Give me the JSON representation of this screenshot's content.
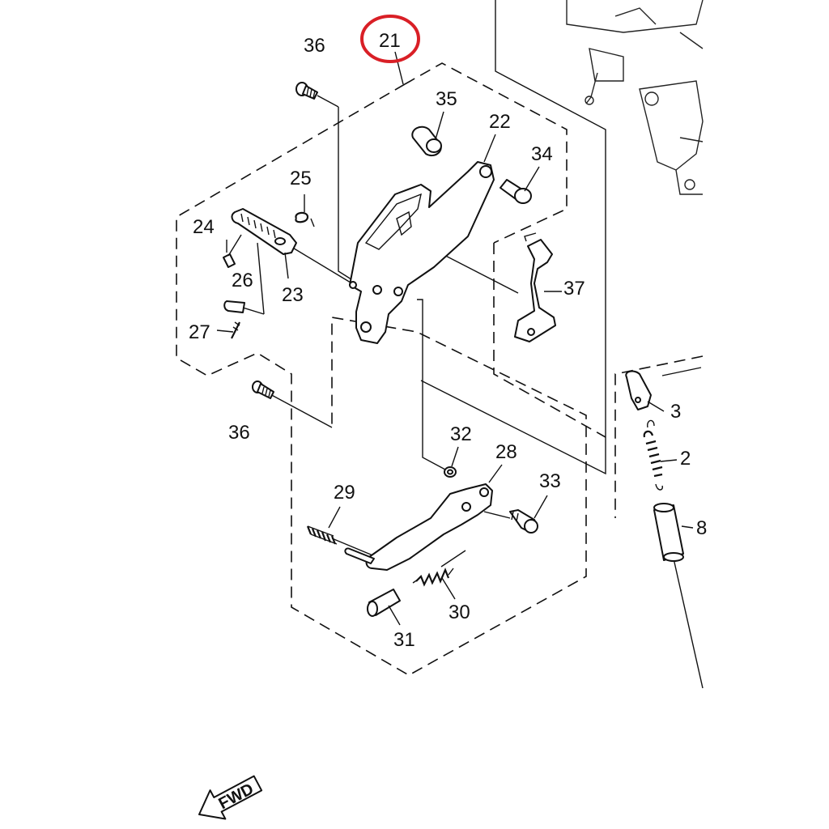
{
  "diagram": {
    "highlight_color": "#d91f26",
    "highlighted_callout": "21",
    "callouts": {
      "c21": "21",
      "c36_top": "36",
      "c35": "35",
      "c22": "22",
      "c34": "34",
      "c25": "25",
      "c24": "24",
      "c26": "26",
      "c23": "23",
      "c27": "27",
      "c37": "37",
      "c36_bottom": "36",
      "c32": "32",
      "c28": "28",
      "c33": "33",
      "c29": "29",
      "c30": "30",
      "c31": "31",
      "c3": "3",
      "c2": "2",
      "c8": "8"
    },
    "direction_badge": "FWD"
  }
}
